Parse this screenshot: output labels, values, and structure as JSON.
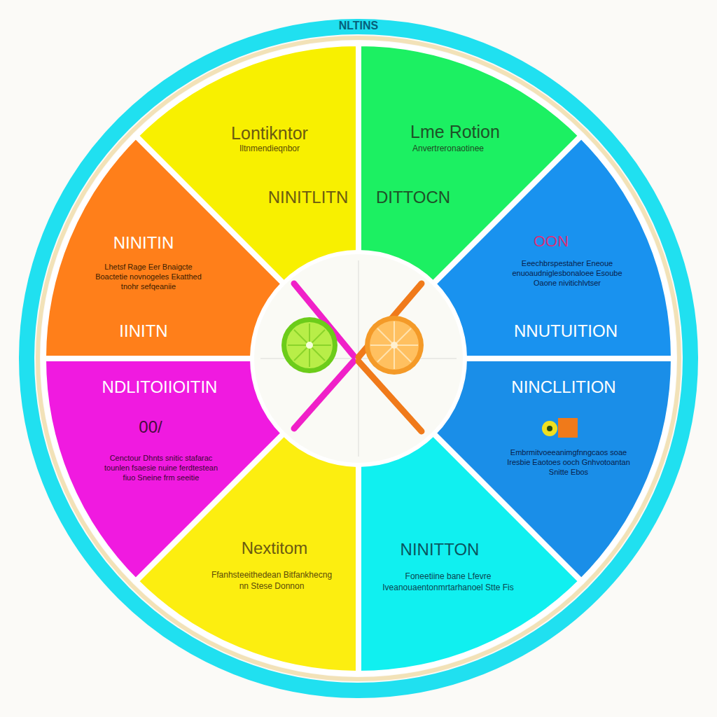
{
  "diagram": {
    "title": "NLTINS",
    "nodes": [
      {
        "text": [
          "Lontikntor",
          "Iltnmendieqnbor",
          "NINITLITN"
        ]
      },
      {
        "text": [
          "Lme Rotion",
          "Anvertreronaotinee",
          "DITTOCN"
        ]
      },
      {
        "text": [
          "NINITIN",
          "Lhetsf Rage Eer Bnaigcte Boactetie novnogeles Ekatthed tnohr sefqeaniie",
          "IINITN"
        ]
      },
      {
        "text": [
          "OON",
          "Eeechbrspestaher Eneoue enuoaudniglesbonaloee Esoube Oaone nivitichlvtser",
          "NNUTUITION"
        ]
      },
      {
        "text": [
          "NDLITOIIOITIN",
          "00/",
          "Cenctour Dhnts snitic stafarac tounlen fsaesie nuine ferdtestean fiuo Sneine frm seeitie"
        ]
      },
      {
        "text": [
          "NINCLLITION",
          "Embrmitvoeeanimgfnngcaos soae Iresbie Eaotoes ooch Gnhvotoantan Snitte Ebos"
        ]
      },
      {
        "text": [
          "Nextitom",
          "Ffanhsteeithedean Bitfankhecng nn Stese Donnon"
        ]
      },
      {
        "text": [
          "NINITTON",
          "Foneetiine bane Lfevre Iveanouaentonmrtarhanoel Stte Fis"
        ]
      }
    ]
  }
}
